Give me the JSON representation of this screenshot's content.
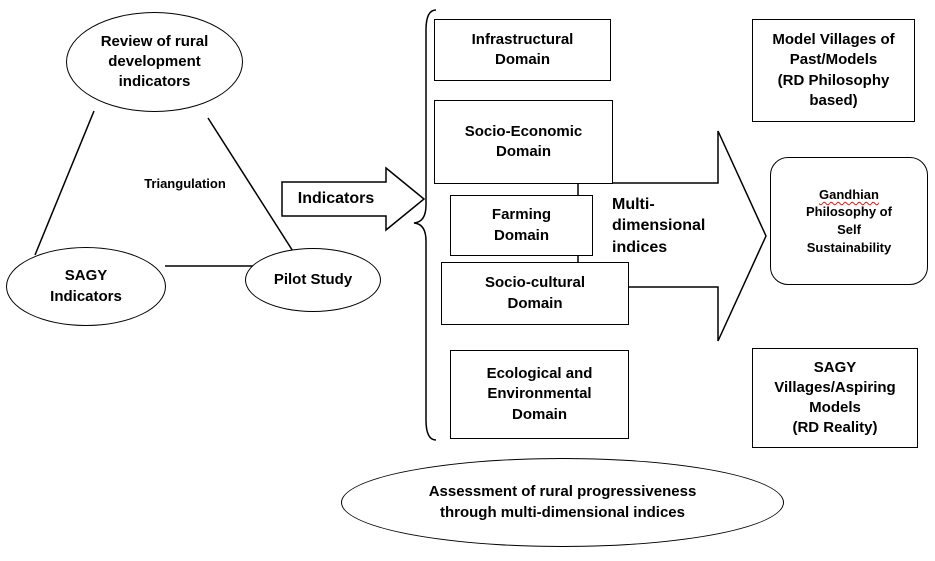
{
  "triangle": {
    "review": "Review of rural\ndevelopment\nindicators",
    "triangulation": "Triangulation",
    "sagy": "SAGY\nIndicators",
    "pilot": "Pilot Study"
  },
  "indicators_arrow": "Indicators",
  "domains": {
    "infrastructural": "Infrastructural\nDomain",
    "socio_economic": "Socio-Economic\nDomain",
    "farming": "Farming\nDomain",
    "socio_cultural": "Socio-cultural\nDomain",
    "ecological": "Ecological and\nEnvironmental\nDomain"
  },
  "multi_arrow": "Multi-\ndimensional\nindices",
  "right": {
    "model_villages": "Model Villages of\nPast/Models\n(RD Philosophy\nbased)",
    "gandhian_word": "Gandhian",
    "gandhian_rest": "Philosophy of\nSelf\nSustainability",
    "sagy_villages": "SAGY\nVillages/Aspiring\nModels\n(RD Reality)"
  },
  "assessment": "Assessment of rural progressiveness\nthrough multi-dimensional indices",
  "colors": {
    "stroke": "#000000",
    "spellcheck_underline": "#d02020"
  }
}
